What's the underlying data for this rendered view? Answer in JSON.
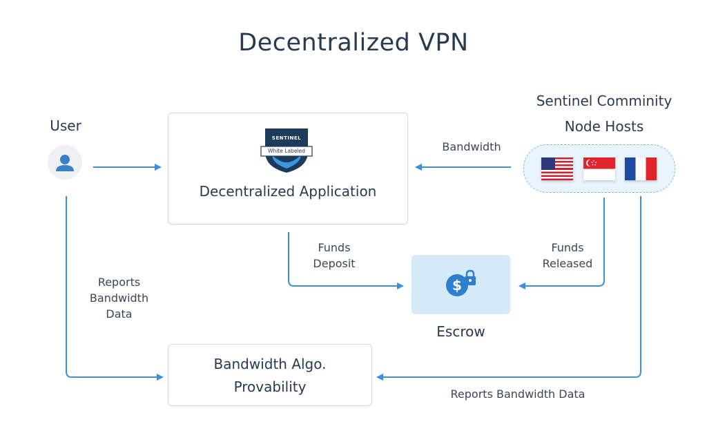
{
  "title": "Decentralized VPN",
  "user": {
    "label": "User"
  },
  "app": {
    "badge_top": "SENTINEL",
    "badge_bottom": "White Labeled",
    "label": "Decentralized Application"
  },
  "community": {
    "line1": "Sentinel Comminity",
    "line2": "Node Hosts"
  },
  "flags": [
    "us-flag",
    "singapore-flag",
    "france-flag"
  ],
  "escrow": {
    "label": "Escrow"
  },
  "algo": {
    "line1": "Bandwidth Algo.",
    "line2": "Provability"
  },
  "edges": {
    "bandwidth": "Bandwidth",
    "funds_deposit_1": "Funds",
    "funds_deposit_2": "Deposit",
    "funds_released_1": "Funds",
    "funds_released_2": "Released",
    "reports_left_1": "Reports",
    "reports_left_2": "Bandwidth",
    "reports_left_3": "Data",
    "reports_bottom": "Reports Bandwidth Data"
  },
  "colors": {
    "arrow": "#3b8fd8",
    "text": "#283a52",
    "escrow_bg": "#d5eaf9",
    "pill_bg": "#e9f4fc"
  }
}
